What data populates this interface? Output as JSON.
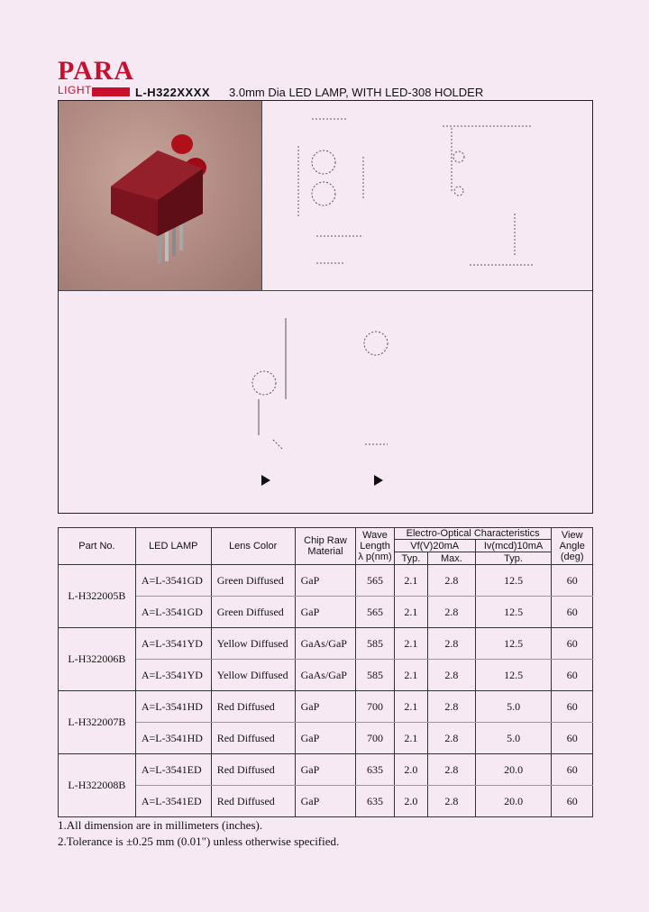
{
  "header": {
    "brand": "PARA",
    "brand_sub": "LIGHT",
    "part_code": "L-H322XXXX",
    "title": "3.0mm Dia LED LAMP, WITH LED-308 HOLDER"
  },
  "table": {
    "headers": {
      "part_no": "Part No.",
      "led_lamp": "LED LAMP",
      "lens_color": "Lens Color",
      "chip_material": "Chip Raw Material",
      "wave_length": "Wave Length",
      "wave_unit": "λ p(nm)",
      "electro_optical": "Electro-Optical Characteristics",
      "vf": "Vf(V)20mA",
      "iv": "Iv(mcd)10mA",
      "view_angle": "View Angle",
      "view_unit": "(deg)",
      "typ": "Typ.",
      "max": "Max.",
      "typ2": "Typ."
    },
    "groups": [
      {
        "part": "L-H322005B",
        "rows": [
          {
            "lamp": "A=L-3541GD",
            "lens": "Green Diffused",
            "chip": "GaP",
            "wave": "565",
            "vf_typ": "2.1",
            "vf_max": "2.8",
            "iv_typ": "12.5",
            "angle": "60"
          },
          {
            "lamp": "A=L-3541GD",
            "lens": "Green Diffused",
            "chip": "GaP",
            "wave": "565",
            "vf_typ": "2.1",
            "vf_max": "2.8",
            "iv_typ": "12.5",
            "angle": "60"
          }
        ]
      },
      {
        "part": "L-H322006B",
        "rows": [
          {
            "lamp": "A=L-3541YD",
            "lens": "Yellow Diffused",
            "chip": "GaAs/GaP",
            "wave": "585",
            "vf_typ": "2.1",
            "vf_max": "2.8",
            "iv_typ": "12.5",
            "angle": "60"
          },
          {
            "lamp": "A=L-3541YD",
            "lens": "Yellow Diffused",
            "chip": "GaAs/GaP",
            "wave": "585",
            "vf_typ": "2.1",
            "vf_max": "2.8",
            "iv_typ": "12.5",
            "angle": "60"
          }
        ]
      },
      {
        "part": "L-H322007B",
        "rows": [
          {
            "lamp": "A=L-3541HD",
            "lens": "Red Diffused",
            "chip": "GaP",
            "wave": "700",
            "vf_typ": "2.1",
            "vf_max": "2.8",
            "iv_typ": "5.0",
            "angle": "60"
          },
          {
            "lamp": "A=L-3541HD",
            "lens": "Red Diffused",
            "chip": "GaP",
            "wave": "700",
            "vf_typ": "2.1",
            "vf_max": "2.8",
            "iv_typ": "5.0",
            "angle": "60"
          }
        ]
      },
      {
        "part": "L-H322008B",
        "rows": [
          {
            "lamp": "A=L-3541ED",
            "lens": "Red Diffused",
            "chip": "GaP",
            "wave": "635",
            "vf_typ": "2.0",
            "vf_max": "2.8",
            "iv_typ": "20.0",
            "angle": "60"
          },
          {
            "lamp": "A=L-3541ED",
            "lens": "Red Diffused",
            "chip": "GaP",
            "wave": "635",
            "vf_typ": "2.0",
            "vf_max": "2.8",
            "iv_typ": "20.0",
            "angle": "60"
          }
        ]
      }
    ]
  },
  "notes": [
    "1.All dimension are in millimeters (inches).",
    "2.Tolerance is ±0.25 mm (0.01\") unless otherwise specified."
  ],
  "colors": {
    "brand_red": "#c8102e",
    "page_background": "#f7e9f4",
    "holder_body": "#8a1620",
    "led_lens": "#b0101a"
  }
}
